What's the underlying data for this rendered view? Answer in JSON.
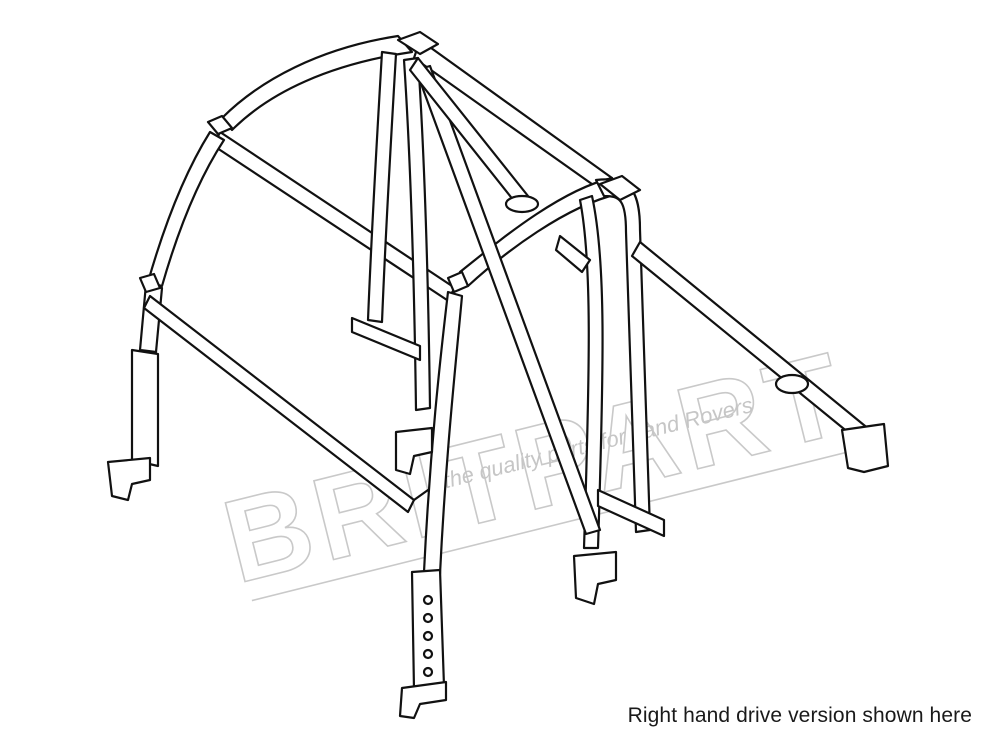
{
  "watermark": {
    "brand": "BRITPART",
    "tagline": "the quality parts for Land Rovers"
  },
  "illustration": {
    "subject": "roll-cage-icon"
  },
  "caption": "Right hand drive version shown here"
}
